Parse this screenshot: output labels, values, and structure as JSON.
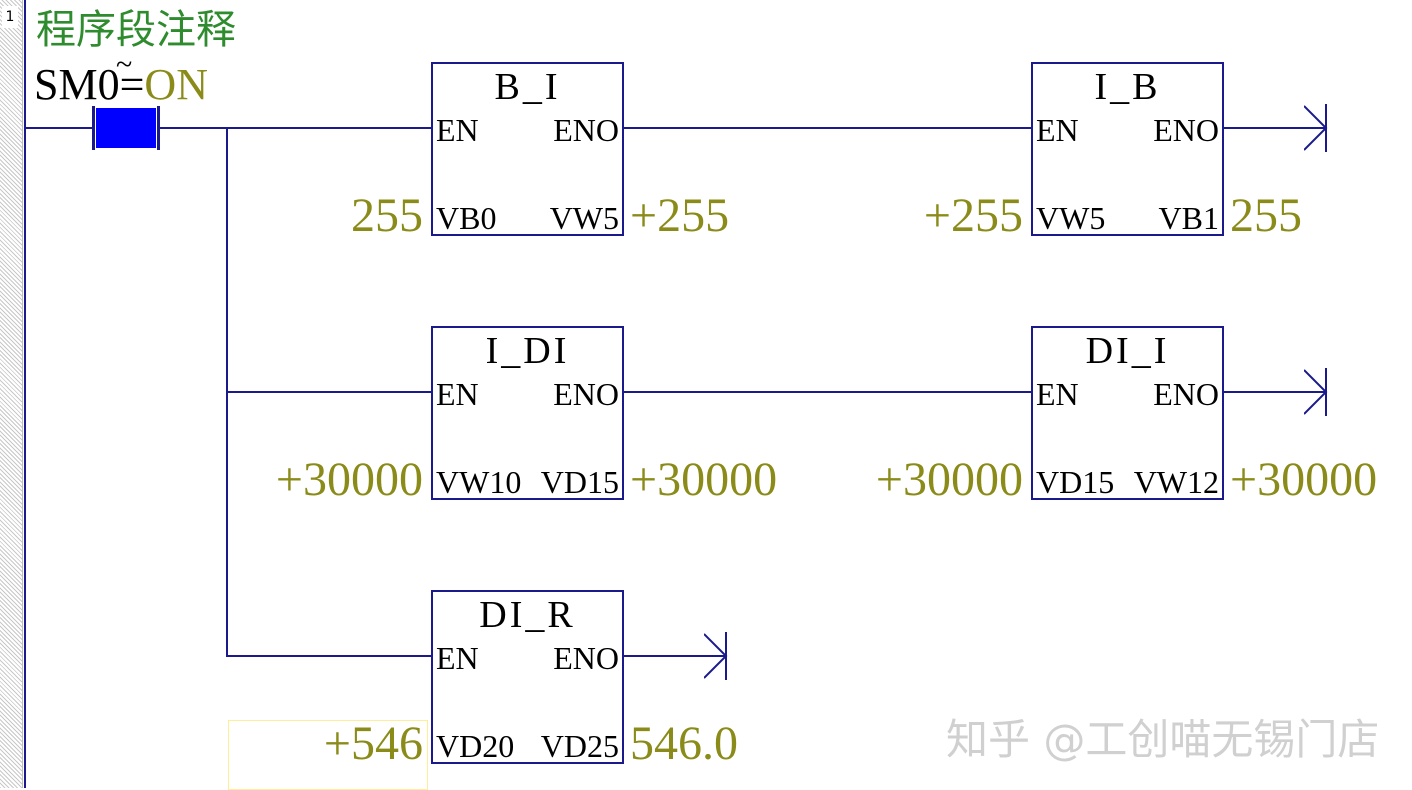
{
  "network": {
    "number": "1",
    "comment": "程序段注释"
  },
  "contact": {
    "address": "SM0",
    "tilde": "~",
    "eq": "=",
    "state": "ON"
  },
  "boxes": {
    "b_i": {
      "title": "B_I",
      "en": "EN",
      "eno": "ENO",
      "in_pin": "VB0",
      "out_pin": "VW5",
      "in_val": "255",
      "out_val": "+255"
    },
    "i_b": {
      "title": "I_B",
      "en": "EN",
      "eno": "ENO",
      "in_pin": "VW5",
      "out_pin": "VB1",
      "in_val": "+255",
      "out_val": "255"
    },
    "i_di": {
      "title": "I_DI",
      "en": "EN",
      "eno": "ENO",
      "in_pin": "VW10",
      "out_pin": "VD15",
      "in_val": "+30000",
      "out_val": "+30000"
    },
    "di_i": {
      "title": "DI_I",
      "en": "EN",
      "eno": "ENO",
      "in_pin": "VD15",
      "out_pin": "VW12",
      "in_val": "+30000",
      "out_val": "+30000"
    },
    "di_r": {
      "title": "DI_R",
      "en": "EN",
      "eno": "ENO",
      "in_pin": "VD20",
      "out_pin": "VD25",
      "in_val": "+546",
      "out_val": "546.0"
    }
  },
  "watermark": "知乎 @工创喵无锡门店",
  "colors": {
    "wire": "#1a1a8c",
    "value": "#8b8b1a",
    "comment": "#2e8b2e",
    "contact_active": "#0000ff"
  }
}
